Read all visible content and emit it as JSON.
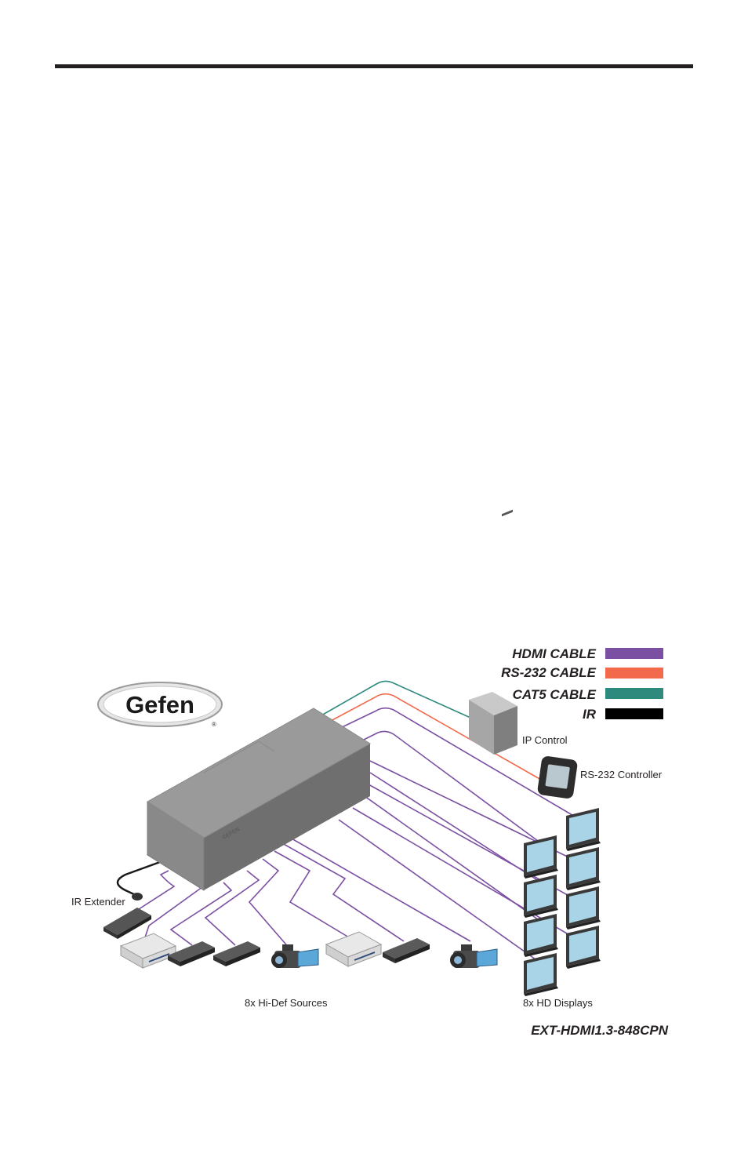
{
  "legend": {
    "items": [
      {
        "label": "HDMI CABLE",
        "color": "#7b4fa2"
      },
      {
        "label": "RS-232 CABLE",
        "color": "#f26a4b"
      },
      {
        "label": "CAT5 CABLE",
        "color": "#2f8a7e"
      },
      {
        "label": "IR",
        "color": "#000000"
      }
    ]
  },
  "logo": {
    "text": "Gefen",
    "registered": "®"
  },
  "labels": {
    "ip_control": "IP Control",
    "rs232_controller": "RS-232 Controller",
    "ir_extender": "IR Extender",
    "sources": "8x Hi-Def Sources",
    "displays": "8x HD Displays",
    "model": "EXT-HDMI1.3-848CPN"
  },
  "icons": {
    "switcher": "matrix-switcher-icon",
    "computer": "computer-tower-icon",
    "controller": "rs232-touch-controller-icon",
    "ir": "ir-extender-icon",
    "display": "hd-display-icon",
    "blu_ray": "blu-ray-player-icon",
    "set_top_box": "set-top-box-icon",
    "camcorder": "hd-camcorder-icon"
  }
}
